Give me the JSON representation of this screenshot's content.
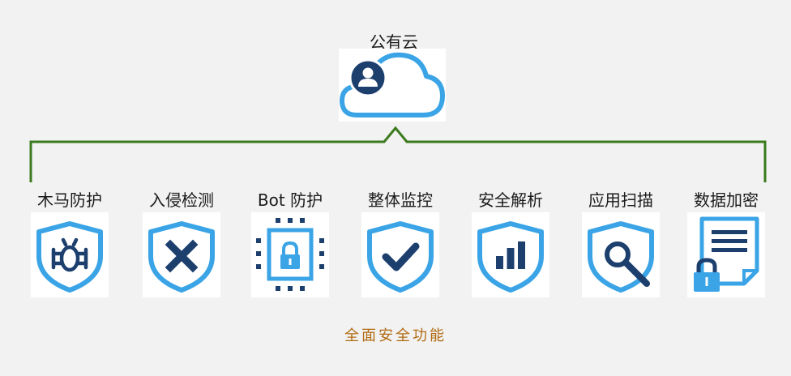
{
  "cloud": {
    "title": "公有云",
    "icon": "cloud-user-icon"
  },
  "features": [
    {
      "label": "木马防护",
      "icon": "shield-bug-icon"
    },
    {
      "label": "入侵检测",
      "icon": "shield-x-icon"
    },
    {
      "label": "Bot 防护",
      "icon": "chip-lock-icon"
    },
    {
      "label": "整体监控",
      "icon": "shield-check-icon"
    },
    {
      "label": "安全解析",
      "icon": "shield-bar-chart-icon"
    },
    {
      "label": "应用扫描",
      "icon": "shield-search-icon"
    },
    {
      "label": "数据加密",
      "icon": "document-lock-icon"
    }
  ],
  "footer": {
    "caption": "全面安全功能"
  },
  "colors": {
    "accent_blue": "#3aa4e6",
    "dark_navy": "#1c3f6e",
    "bracket_green": "#3b7a1e",
    "caption_orange": "#b26a12"
  }
}
